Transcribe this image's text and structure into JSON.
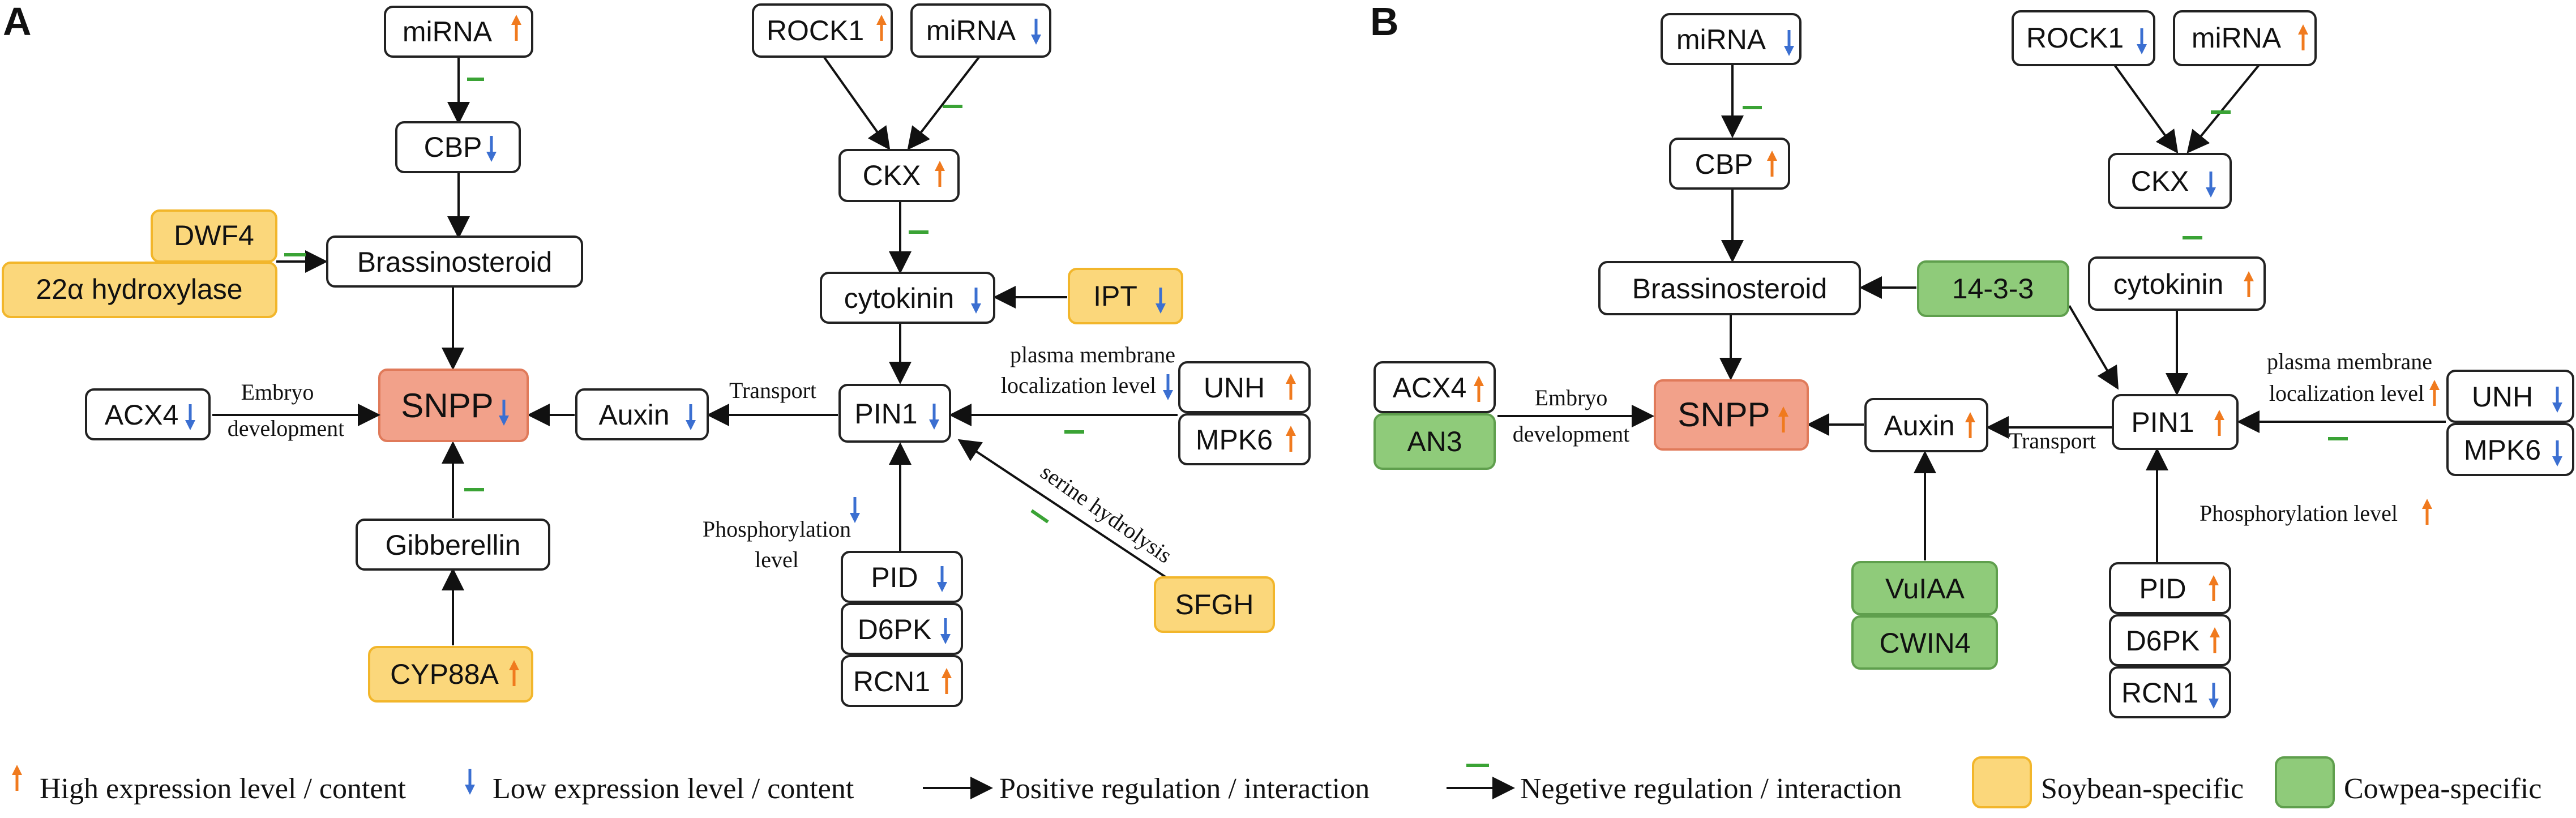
{
  "panels": {
    "a": {
      "label": "A",
      "nodes": {
        "mirna_top": "miRNA",
        "cbp": "CBP",
        "dwf4": "DWF4",
        "hydroxylase": "22α hydroxylase",
        "brassinosteroid": "Brassinosteroid",
        "snpp": "SNPP",
        "acx4": "ACX4",
        "gibberellin": "Gibberellin",
        "cyp88a": "CYP88A",
        "auxin": "Auxin",
        "rock1": "ROCK1",
        "mirna_right": "miRNA",
        "ckx": "CKX",
        "cytokinin": "cytokinin",
        "ipt": "IPT",
        "pin1": "PIN1",
        "unh": "UNH",
        "mpk6": "MPK6",
        "pid": "PID",
        "d6pk": "D6PK",
        "rcn1": "RCN1",
        "sfgh": "SFGH"
      },
      "annotations": {
        "embryo": "Embryo",
        "development": "development",
        "transport": "Transport",
        "pm1": "plasma membrane",
        "pm2": "localization level",
        "phos1": "Phosphorylation",
        "phos2": "level",
        "serine": "serine hydrolysis"
      }
    },
    "b": {
      "label": "B",
      "nodes": {
        "mirna_top": "miRNA",
        "cbp": "CBP",
        "brassinosteroid": "Brassinosteroid",
        "protein1433": "14-3-3",
        "acx4": "ACX4",
        "an3": "AN3",
        "snpp": "SNPP",
        "auxin": "Auxin",
        "vulaa": "VuIAA",
        "cwin4": "CWIN4",
        "rock1": "ROCK1",
        "mirna_right": "miRNA",
        "ckx": "CKX",
        "cytokinin": "cytokinin",
        "pin1": "PIN1",
        "unh": "UNH",
        "mpk6": "MPK6",
        "pid": "PID",
        "d6pk": "D6PK",
        "rcn1": "RCN1"
      },
      "annotations": {
        "embryo": "Embryo",
        "development": "development",
        "transport": "Transport",
        "pm1": "plasma membrane",
        "pm2": "localization level",
        "phos": "Phosphorylation level"
      }
    }
  },
  "legend": {
    "high": "High expression level / content",
    "low": "Low expression level / content",
    "positive": "Positive regulation / interaction",
    "negative": "Negetive regulation / interaction",
    "soybean": "Soybean-specific",
    "cowpea": "Cowpea-specific"
  },
  "colors": {
    "up_arrow": "#f07a1e",
    "down_arrow": "#3b6fd1",
    "negative": "#3aa335",
    "soybean_fill": "#fbd77b",
    "cowpea_fill": "#8fcb7a",
    "snpp_fill": "#f2a18a"
  }
}
